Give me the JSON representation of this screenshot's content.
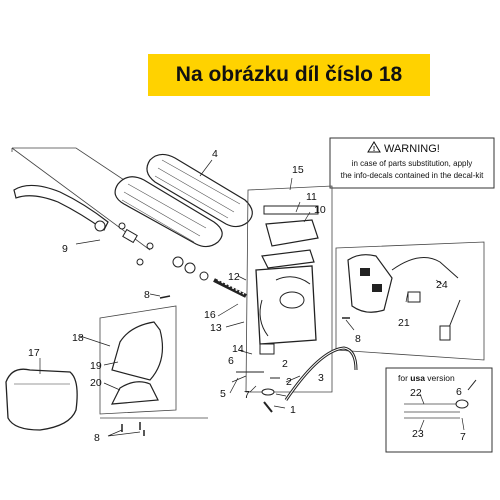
{
  "header": {
    "banner_text": "Na obrázku díl číslo 18",
    "banner_color": "#ffd200"
  },
  "warning": {
    "title": "WARNING!",
    "line1": "in case of parts substitution, apply",
    "line2": "the info-decals contained in the decal-kit"
  },
  "usa_box": {
    "prefix": "for ",
    "bold": "usa",
    "suffix": " version"
  },
  "labels": {
    "l1": "1",
    "l2a": "2",
    "l2b": "2",
    "l3": "3",
    "l4": "4",
    "l5": "5",
    "l6a": "6",
    "l6b": "6",
    "l7a": "7",
    "l7b": "7",
    "l8a": "8",
    "l8b": "8",
    "l8c": "8",
    "l9": "9",
    "l10": "10",
    "l11": "11",
    "l12": "12",
    "l13": "13",
    "l14": "14",
    "l15": "15",
    "l16": "16",
    "l17": "17",
    "l18": "18",
    "l19": "19",
    "l20": "20",
    "l21": "21",
    "l22": "22",
    "l23": "23",
    "l24": "24"
  }
}
